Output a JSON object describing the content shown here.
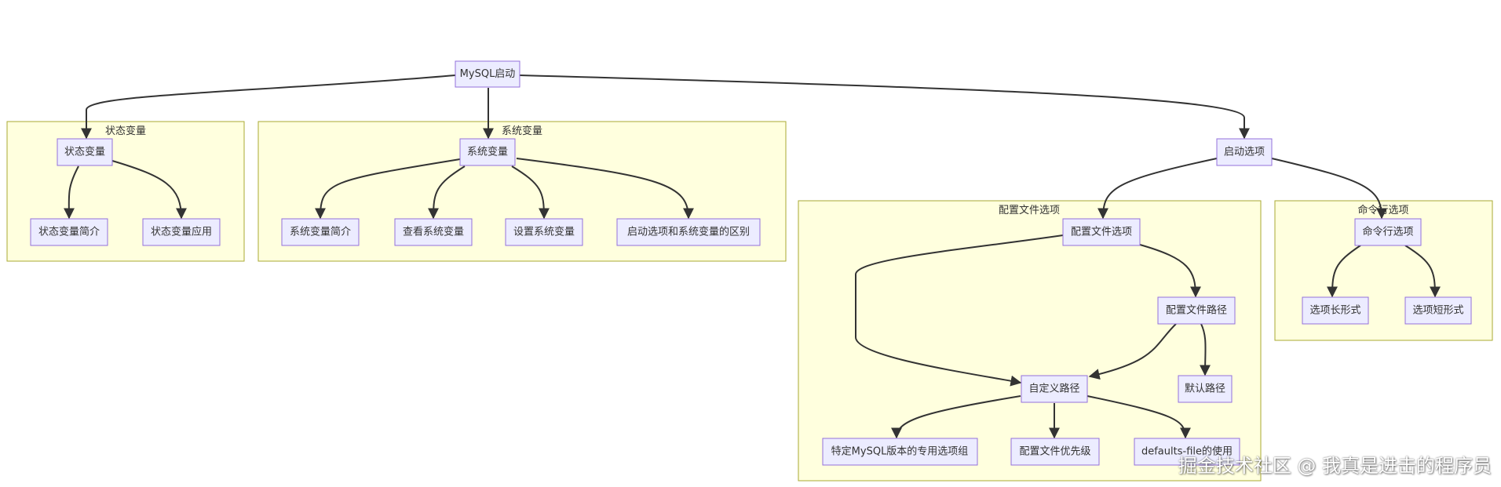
{
  "colors": {
    "cluster_fill": "#ffffde",
    "cluster_stroke": "#aaaa33",
    "node_fill": "#ECECFF",
    "node_stroke": "#9370DB",
    "edge": "#333333"
  },
  "clusters": {
    "status": {
      "title": "状态变量"
    },
    "system": {
      "title": "系统变量"
    },
    "config": {
      "title": "配置文件选项"
    },
    "cmdline": {
      "title": "命令行选项"
    }
  },
  "nodes": {
    "root": "MySQL启动",
    "status": "状态变量",
    "status_intro": "状态变量简介",
    "status_apply": "状态变量应用",
    "system": "系统变量",
    "sys_intro": "系统变量简介",
    "sys_view": "查看系统变量",
    "sys_set": "设置系统变量",
    "sys_diff": "启动选项和系统变量的区别",
    "start_opts": "启动选项",
    "config": "配置文件选项",
    "config_path": "配置文件路径",
    "custom_path": "自定义路径",
    "default_path": "默认路径",
    "specific_group": "特定MySQL版本的专用选项组",
    "config_priority": "配置文件优先级",
    "defaults_file": "defaults-file的使用",
    "cmdline": "命令行选项",
    "long_form": "选项长形式",
    "short_form": "选项短形式"
  },
  "watermark": "掘金技术社区 @ 我真是进击的程序员"
}
